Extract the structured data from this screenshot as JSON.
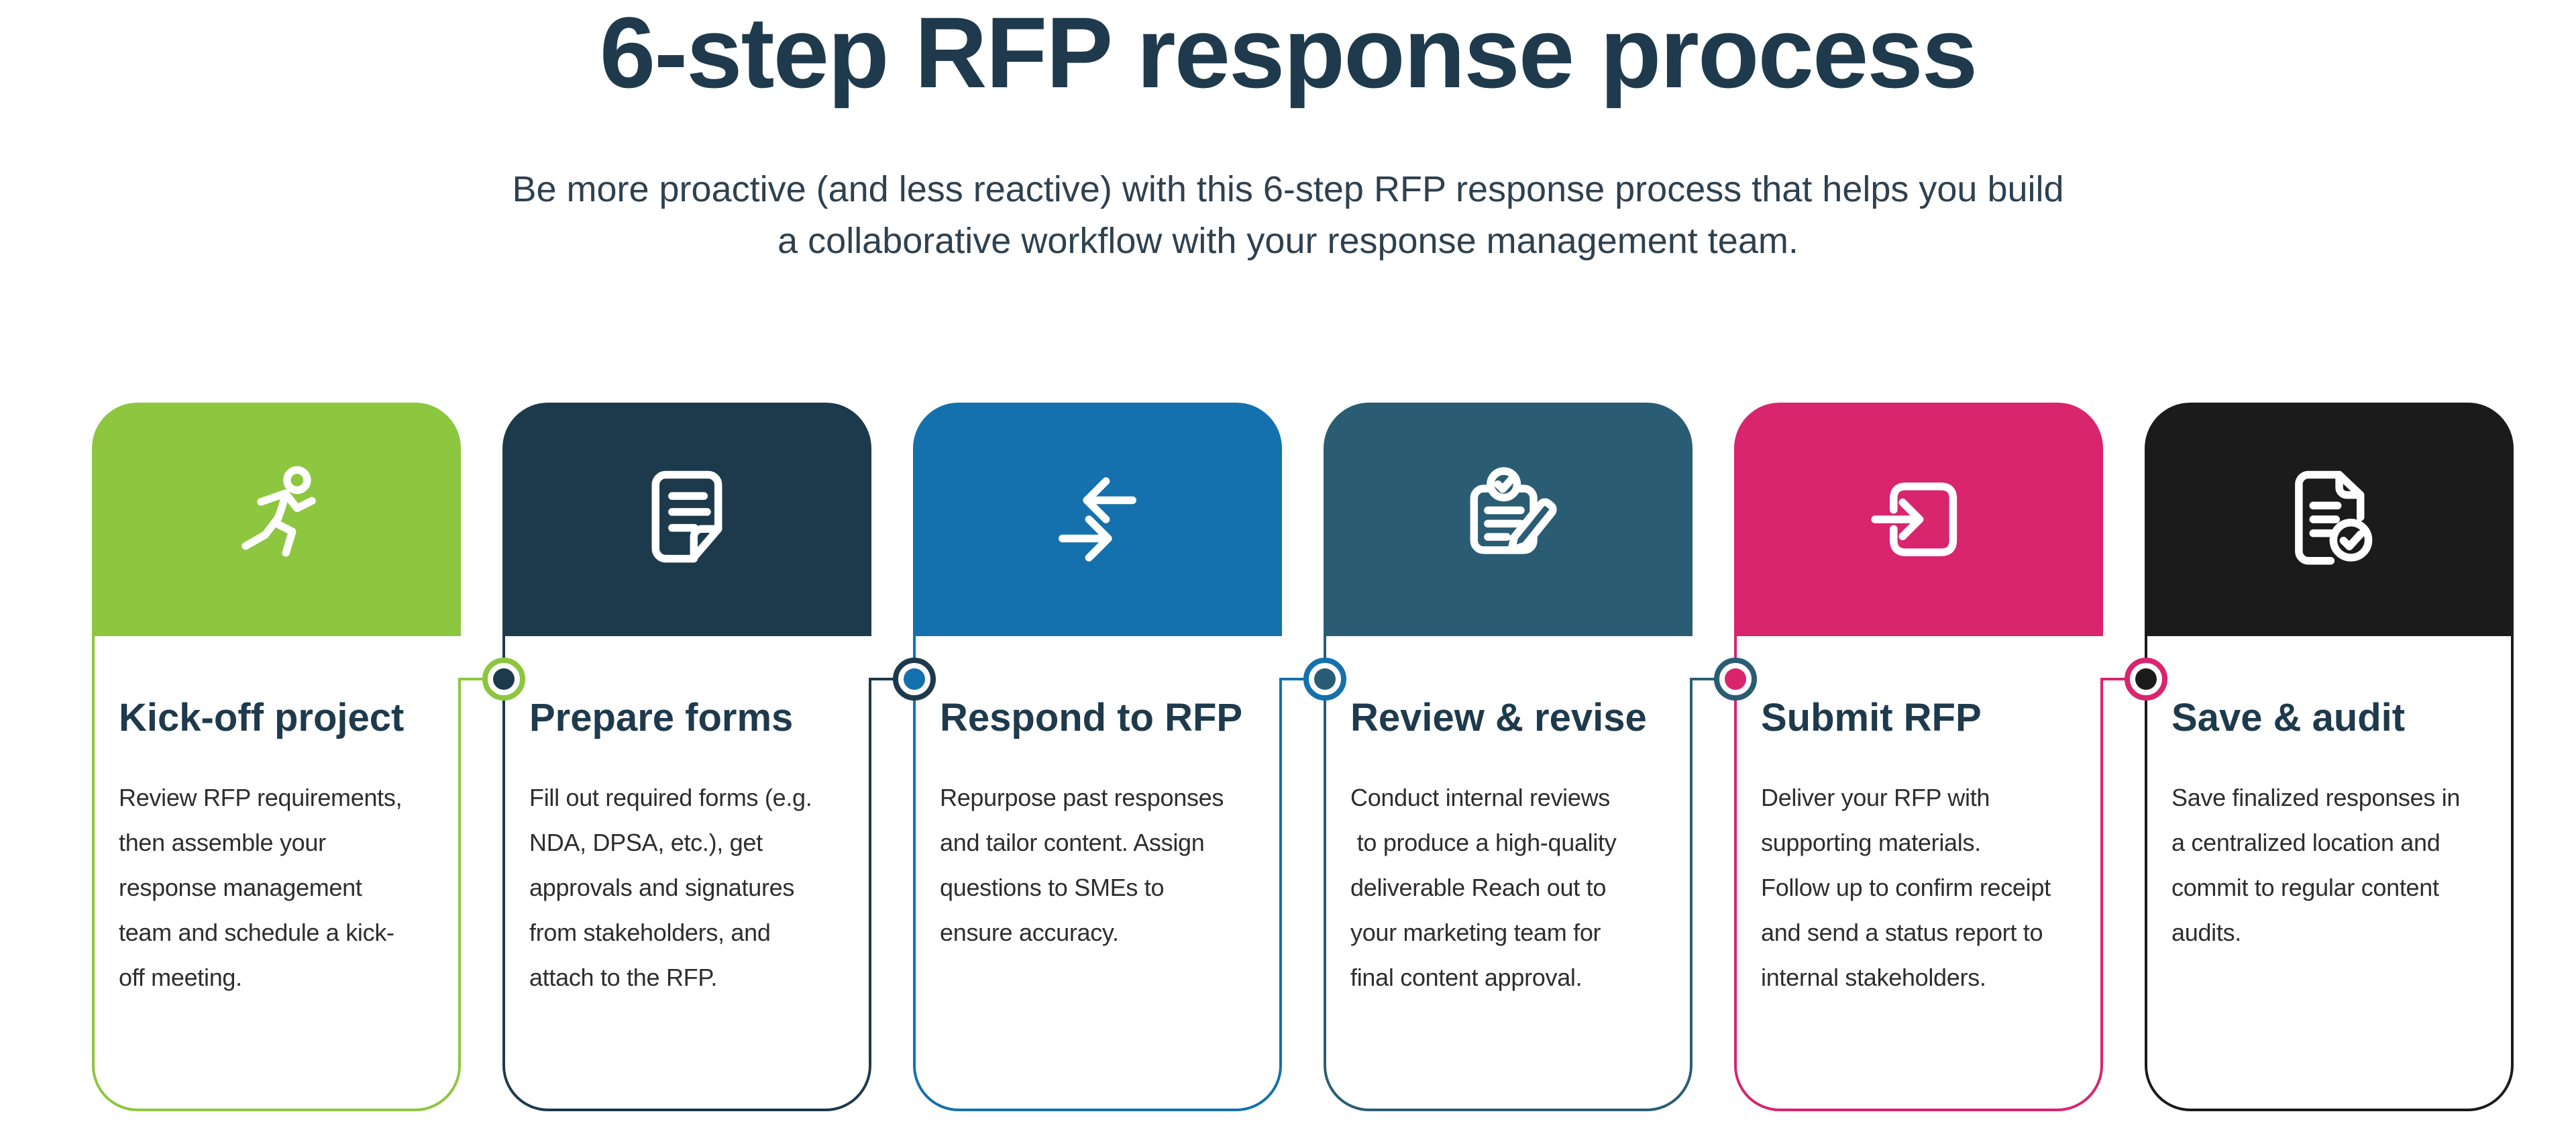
{
  "header": {
    "title": "6-step RFP response process",
    "subtitle": "Be more proactive (and less reactive) with this 6-step RFP response process that helps you build\na collaborative workflow with your response management team."
  },
  "colors": {
    "title_text": "#1e3a4c",
    "body_text": "#2d2d2d"
  },
  "steps": [
    {
      "title": "Kick-off project",
      "description": "Review RFP requirements,\nthen assemble your\nresponse management\nteam and schedule a kick-\noff meeting.",
      "color": "#8dc63f",
      "icon": "runner-icon"
    },
    {
      "title": "Prepare forms",
      "description": "Fill out required forms (e.g.\nNDA, DPSA, etc.), get\napprovals and signatures\nfrom stakeholders, and\nattach to the RFP.",
      "color": "#1d3a4d",
      "icon": "document-icon"
    },
    {
      "title": "Respond to RFP",
      "description": "Repurpose past responses\nand tailor content. Assign\nquestions to SMEs to\nensure accuracy.",
      "color": "#1471ad",
      "icon": "transfer-arrows-icon"
    },
    {
      "title": "Review & revise",
      "description": "Conduct internal reviews\n to produce a high-quality\ndeliverable Reach out to\nyour marketing team for\nfinal content approval.",
      "color": "#2a5d74",
      "icon": "review-checklist-icon"
    },
    {
      "title": "Submit RFP",
      "description": "Deliver your RFP with\nsupporting materials.\nFollow up to confirm receipt\nand send a status report to\ninternal stakeholders.",
      "color": "#d9246e",
      "icon": "sign-in-arrow-icon"
    },
    {
      "title": "Save & audit",
      "description": "Save finalized responses in\na centralized location and\ncommit to regular content\naudits.",
      "color": "#1b1b1b",
      "icon": "document-check-icon"
    }
  ]
}
